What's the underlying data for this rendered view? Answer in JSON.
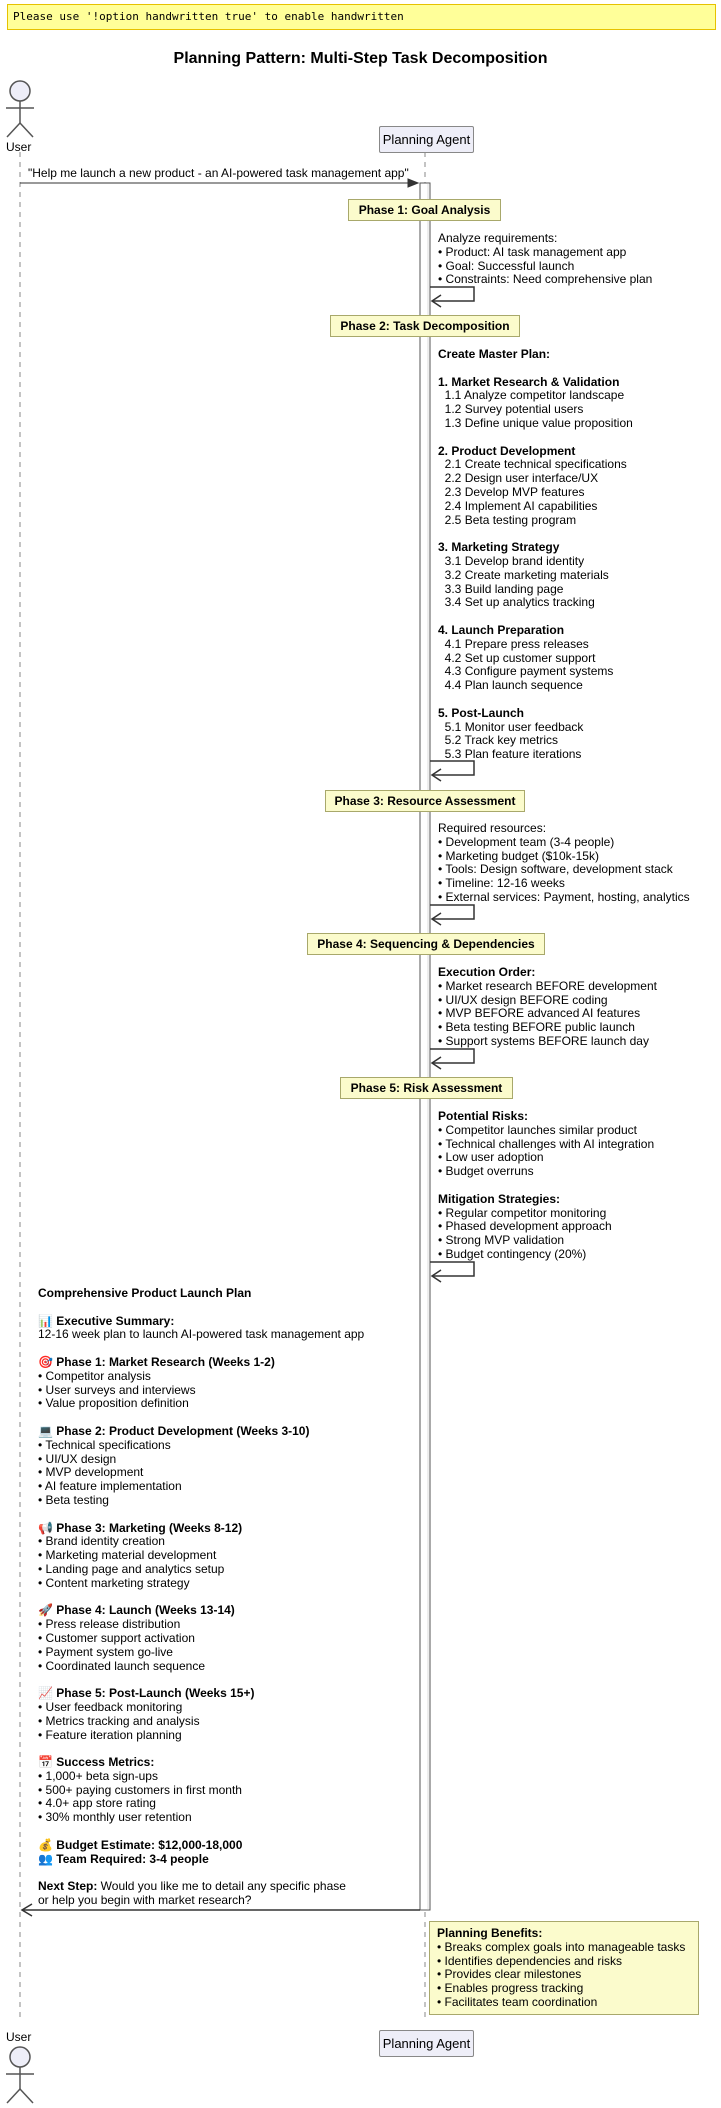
{
  "warning": "Please use '!option handwritten true' to enable handwritten",
  "title": "Planning Pattern: Multi-Step Task Decomposition",
  "participants": {
    "user": "User",
    "agent": "Planning Agent"
  },
  "messages": {
    "request": "\"Help me launch a new product - an AI-powered task management app\"",
    "phase1": {
      "title": "Phase 1: Goal Analysis",
      "lines": [
        "Analyze requirements:",
        "• Product: AI task management app",
        "• Goal: Successful launch",
        "• Constraints: Need comprehensive plan"
      ]
    },
    "phase2": {
      "title": "Phase 2: Task Decomposition",
      "heading": "Create Master Plan:",
      "sections": [
        {
          "title": "1. Market Research & Validation",
          "items": [
            "1.1 Analyze competitor landscape",
            "1.2 Survey potential users",
            "1.3 Define unique value proposition"
          ]
        },
        {
          "title": "2. Product Development",
          "items": [
            "2.1 Create technical specifications",
            "2.2 Design user interface/UX",
            "2.3 Develop MVP features",
            "2.4 Implement AI capabilities",
            "2.5 Beta testing program"
          ]
        },
        {
          "title": "3. Marketing Strategy",
          "items": [
            "3.1 Develop brand identity",
            "3.2 Create marketing materials",
            "3.3 Build landing page",
            "3.4 Set up analytics tracking"
          ]
        },
        {
          "title": "4. Launch Preparation",
          "items": [
            "4.1 Prepare press releases",
            "4.2 Set up customer support",
            "4.3 Configure payment systems",
            "4.4 Plan launch sequence"
          ]
        },
        {
          "title": "5. Post-Launch",
          "items": [
            "5.1 Monitor user feedback",
            "5.2 Track key metrics",
            "5.3 Plan feature iterations"
          ]
        }
      ]
    },
    "phase3": {
      "title": "Phase 3: Resource Assessment",
      "lines": [
        "Required resources:",
        "• Development team (3-4 people)",
        "• Marketing budget ($10k-15k)",
        "• Tools: Design software, development stack",
        "• Timeline: 12-16 weeks",
        "• External services: Payment, hosting, analytics"
      ]
    },
    "phase4": {
      "title": "Phase 4: Sequencing & Dependencies",
      "heading": "Execution Order:",
      "lines": [
        "• Market research BEFORE development",
        "• UI/UX design BEFORE coding",
        "• MVP BEFORE advanced AI features",
        "• Beta testing BEFORE public launch",
        "• Support systems BEFORE launch day"
      ]
    },
    "phase5": {
      "title": "Phase 5: Risk Assessment",
      "risks_heading": "Potential Risks:",
      "risks": [
        "• Competitor launches similar product",
        "• Technical challenges with AI integration",
        "• Low user adoption",
        "• Budget overruns"
      ],
      "mitigation_heading": "Mitigation Strategies:",
      "mitigation": [
        "• Regular competitor monitoring",
        "• Phased development approach",
        "• Strong MVP validation",
        "• Budget contingency (20%)"
      ]
    },
    "response": {
      "heading": "Comprehensive Product Launch Plan",
      "exec_heading": "📊 Executive Summary:",
      "exec_line": "12-16 week plan to launch AI-powered task management app",
      "phases": [
        {
          "title": "🎯 Phase 1: Market Research (Weeks 1-2)",
          "items": [
            "• Competitor analysis",
            "• User surveys and interviews",
            "• Value proposition definition"
          ]
        },
        {
          "title": "💻 Phase 2: Product Development (Weeks 3-10)",
          "items": [
            "• Technical specifications",
            "• UI/UX design",
            "• MVP development",
            "• AI feature implementation",
            "• Beta testing"
          ]
        },
        {
          "title": "📢 Phase 3: Marketing (Weeks 8-12)",
          "items": [
            "• Brand identity creation",
            "• Marketing material development",
            "• Landing page and analytics setup",
            "• Content marketing strategy"
          ]
        },
        {
          "title": "🚀 Phase 4: Launch (Weeks 13-14)",
          "items": [
            "• Press release distribution",
            "• Customer support activation",
            "• Payment system go-live",
            "• Coordinated launch sequence"
          ]
        },
        {
          "title": "📈 Phase 5: Post-Launch (Weeks 15+)",
          "items": [
            "• User feedback monitoring",
            "• Metrics tracking and analysis",
            "• Feature iteration planning"
          ]
        },
        {
          "title": "📅 Success Metrics:",
          "items": [
            "• 1,000+ beta sign-ups",
            "• 500+ paying customers in first month",
            "• 4.0+ app store rating",
            "• 30% monthly user retention"
          ]
        }
      ],
      "budget": "💰 Budget Estimate: $12,000-18,000",
      "team": "👥 Team Required: 3-4 people",
      "next_label": "Next Step:",
      "next_line1": " Would you like me to detail any specific phase",
      "next_line2": "or help you begin with market research?"
    },
    "benefits": {
      "title": "Planning Benefits:",
      "lines": [
        "• Breaks complex goals into manageable tasks",
        "• Identifies dependencies and risks",
        "• Provides clear milestones",
        "• Enables progress tracking",
        "• Facilitates team coordination"
      ]
    }
  }
}
